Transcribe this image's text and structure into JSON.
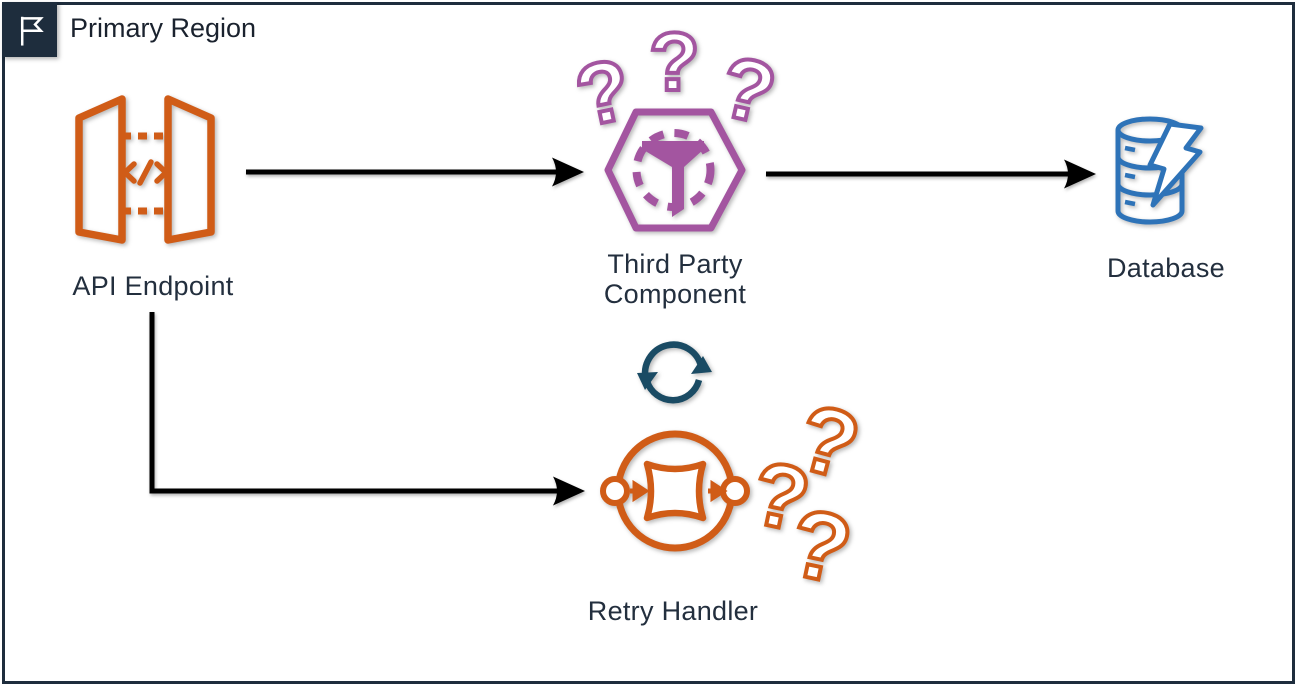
{
  "diagram": {
    "region": {
      "title": "Primary Region",
      "marker_icon": "flag-icon"
    },
    "nodes": {
      "api_endpoint": {
        "label": "API Endpoint",
        "icon": "api-gateway-endpoint-icon",
        "color": "#D05C17"
      },
      "third_party": {
        "label": "Third Party Component",
        "icon": "hexagon-filter-icon",
        "color": "#A355A0",
        "annotation": "3 question marks (uncertainty)"
      },
      "database": {
        "label": "Database",
        "icon": "database-lightning-icon",
        "color": "#2E73B8"
      },
      "retry_handler": {
        "label": "Retry Handler",
        "icon": "retry-workflow-icon",
        "color": "#D05C17",
        "annotation": "3 question marks (uncertainty)"
      }
    },
    "edges": [
      {
        "from": "api_endpoint",
        "to": "third_party",
        "style": "solid-black-arrow"
      },
      {
        "from": "third_party",
        "to": "database",
        "style": "solid-black-arrow"
      },
      {
        "from": "api_endpoint",
        "to": "retry_handler",
        "style": "solid-black-elbow-arrow"
      }
    ],
    "decorations": {
      "question_mark": "?",
      "sync_icon": {
        "name": "sync-arrows-icon",
        "color": "#1A4B64"
      }
    },
    "colors": {
      "region_border": "#1E2D3D",
      "arrow": "#000000",
      "label_text": "#232F3E",
      "background": "#FFFFFF"
    }
  }
}
